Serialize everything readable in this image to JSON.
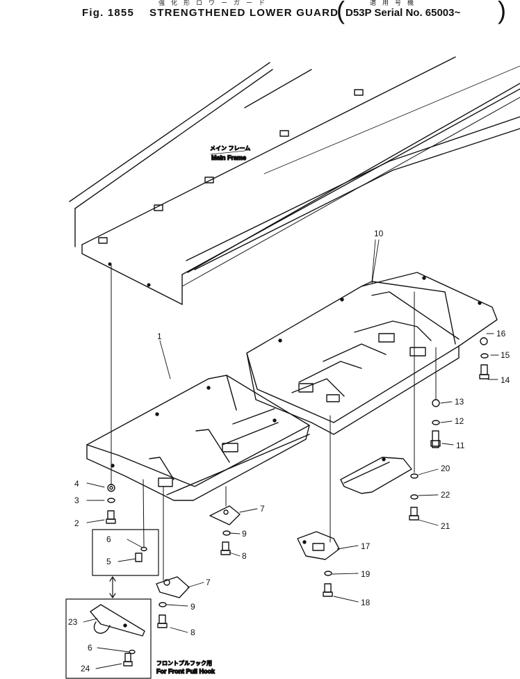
{
  "header": {
    "jp_title": "強化形ロワーガード",
    "jp_serial": "適用号機",
    "fig": "Fig. 1855",
    "title": "STRENGTHENED LOWER GUARD",
    "serial": "D53P Serial No. 65003~"
  },
  "frame_label": {
    "jp": "メイン フレーム",
    "en": "Main Frame"
  },
  "hook_label": {
    "jp": "フロントプルフック用",
    "en": "For Front Pull Hook"
  },
  "parts": [
    "1",
    "2",
    "3",
    "4",
    "5",
    "6",
    "7",
    "8",
    "9",
    "10",
    "11",
    "12",
    "13",
    "14",
    "15",
    "16",
    "17",
    "18",
    "19",
    "20",
    "21",
    "22",
    "23",
    "24"
  ],
  "callouts": {
    "p1": "1",
    "p2": "2",
    "p3": "3",
    "p4": "4",
    "p5": "5",
    "p6a": "6",
    "p6b": "6",
    "p7a": "7",
    "p7b": "7",
    "p8a": "8",
    "p8b": "8",
    "p9a": "9",
    "p9b": "9",
    "p10": "10",
    "p11": "11",
    "p12": "12",
    "p13": "13",
    "p14": "14",
    "p15": "15",
    "p16": "16",
    "p17": "17",
    "p18": "18",
    "p19": "19",
    "p20": "20",
    "p21": "21",
    "p22": "22",
    "p23": "23",
    "p24": "24"
  }
}
